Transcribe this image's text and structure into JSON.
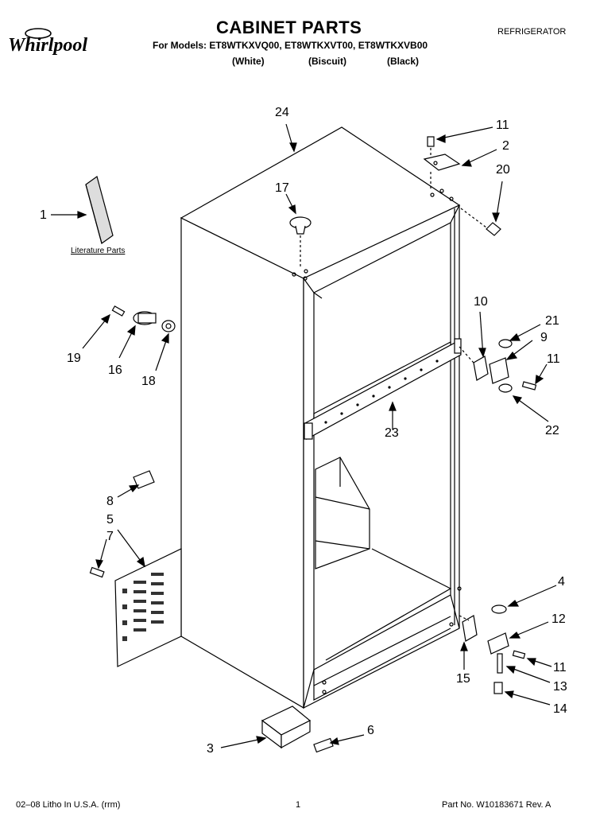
{
  "header": {
    "brand": "Whirlpool",
    "title": "CABINET PARTS",
    "models_line": "For Models: ET8WTKXVQ00, ET8WTKXVT00, ET8WTKXVB00",
    "colors": [
      "(White)",
      "(Biscuit)",
      "(Black)"
    ],
    "category": "REFRIGERATOR"
  },
  "labels": {
    "literature": "Literature Parts"
  },
  "callouts": [
    "24",
    "11",
    "2",
    "20",
    "17",
    "1",
    "10",
    "21",
    "9",
    "11",
    "19",
    "16",
    "18",
    "23",
    "22",
    "8",
    "5",
    "7",
    "4",
    "12",
    "11",
    "15",
    "13",
    "14",
    "3",
    "6"
  ],
  "footer": {
    "left": "02–08 Litho In U.S.A. (rrm)",
    "center": "1",
    "right": "Part No. W10183671 Rev. A"
  },
  "colors": {
    "ink": "#000000",
    "paper": "#ffffff",
    "shade": "#555555"
  }
}
